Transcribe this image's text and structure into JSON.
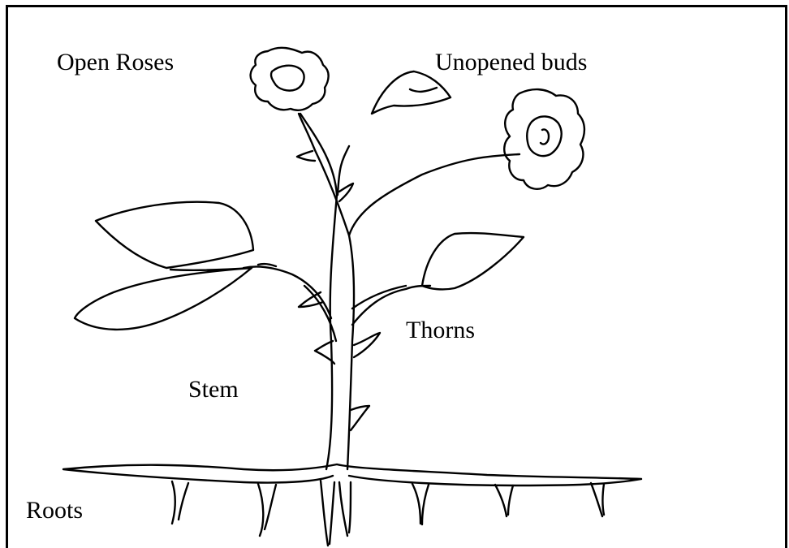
{
  "labels": {
    "open_roses": "Open Roses",
    "unopened_buds": "Unopened buds",
    "thorns": "Thorns",
    "stem": "Stem",
    "roots": "Roots"
  },
  "colors": {
    "line": "#000000",
    "background": "#ffffff"
  }
}
